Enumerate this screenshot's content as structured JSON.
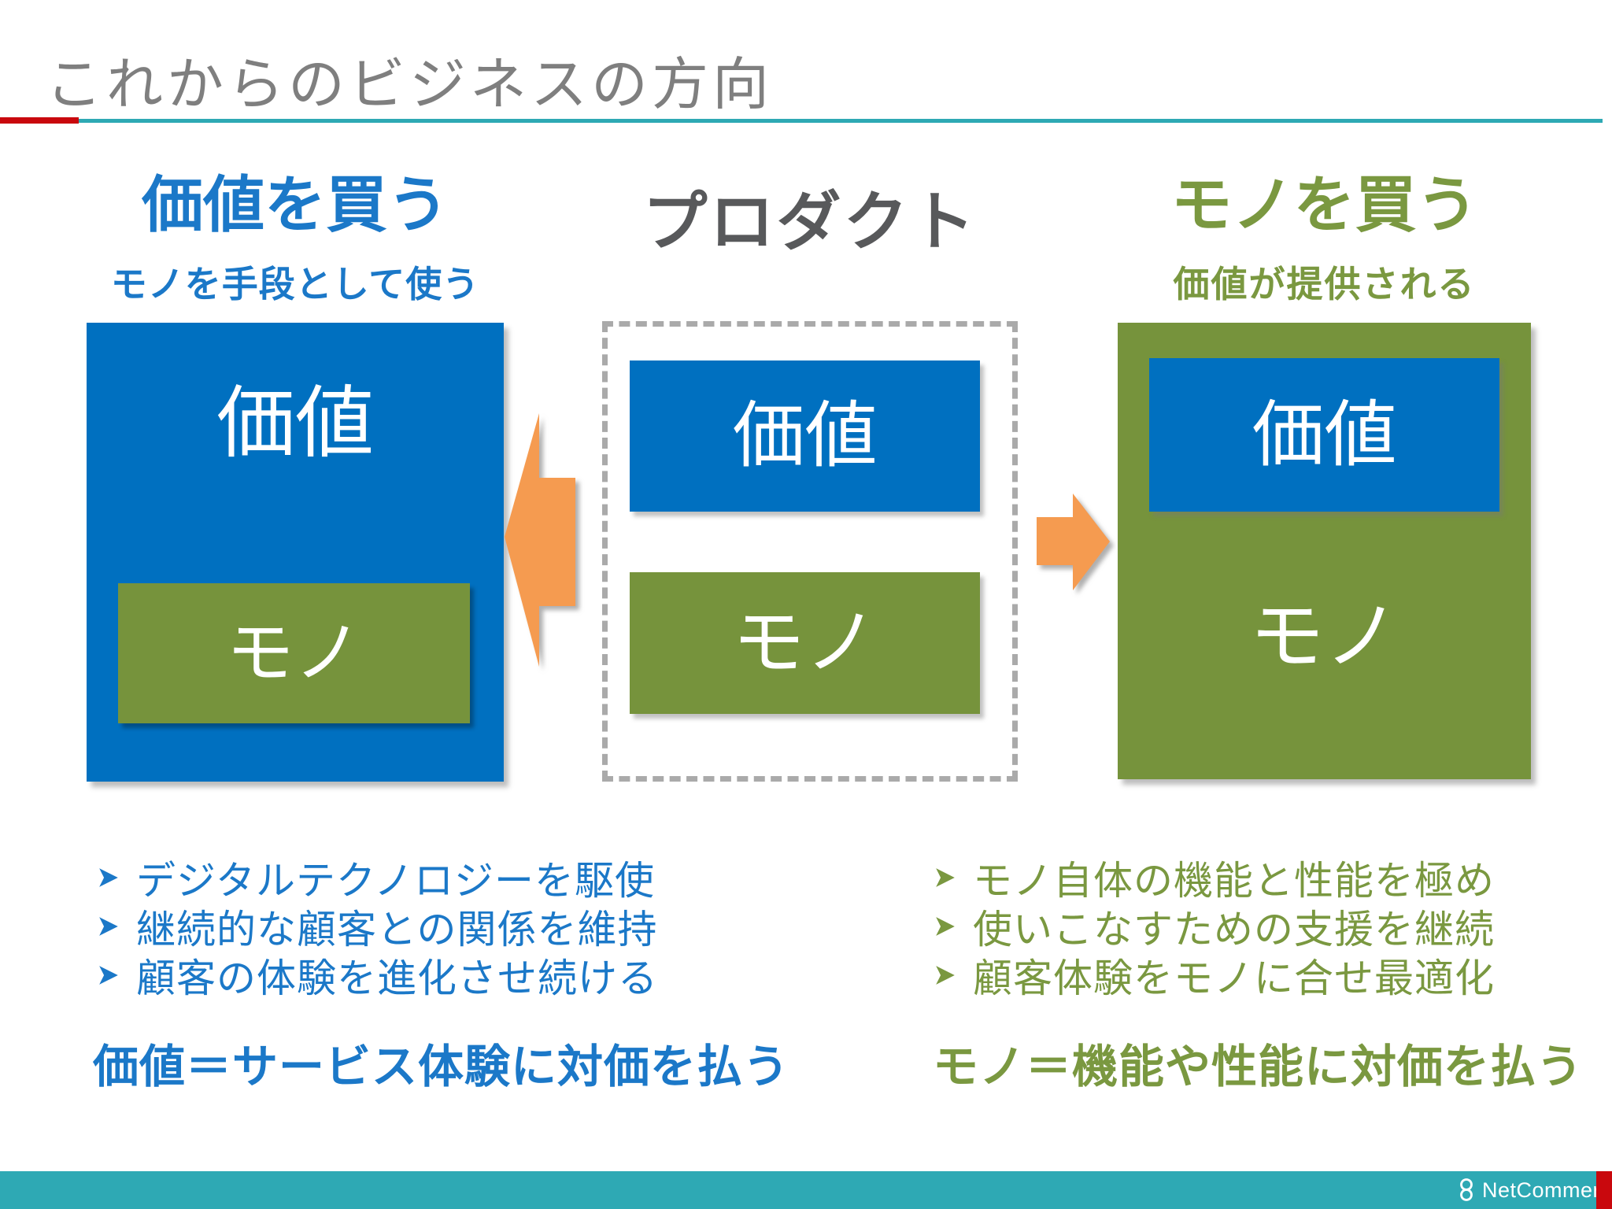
{
  "colors": {
    "blue": "#0070C0",
    "blueText": "#1B78C8",
    "green": "#76933C",
    "greenText": "#7A9840",
    "orange": "#F59B50",
    "titleGray": "#7F7F7F",
    "headingGray": "#58595B",
    "dashGray": "#AAAAAA",
    "teal": "#2EA9B4",
    "red": "#C9080D"
  },
  "title": "これからのビジネスの方向",
  "left": {
    "heading": "価値を買う",
    "subheading": "モノを手段として使う",
    "value_label": "価値",
    "mono_label": "モノ",
    "bullets": [
      "デジタルテクノロジーを駆使",
      "継続的な顧客との関係を維持",
      "顧客の体験を進化させ続ける"
    ],
    "summary": "価値＝サービス体験に対価を払う"
  },
  "center": {
    "heading": "プロダクト",
    "value_label": "価値",
    "mono_label": "モノ"
  },
  "right": {
    "heading": "モノを買う",
    "subheading": "価値が提供される",
    "value_label": "価値",
    "mono_label": "モノ",
    "bullets": [
      "モノ自体の機能と性能を極め",
      "使いこなすための支援を継続",
      "顧客体験をモノに合せ最適化"
    ],
    "summary": "モノ＝機能や性能に対価を払う"
  },
  "footer": {
    "brand": "NetCommerce"
  }
}
